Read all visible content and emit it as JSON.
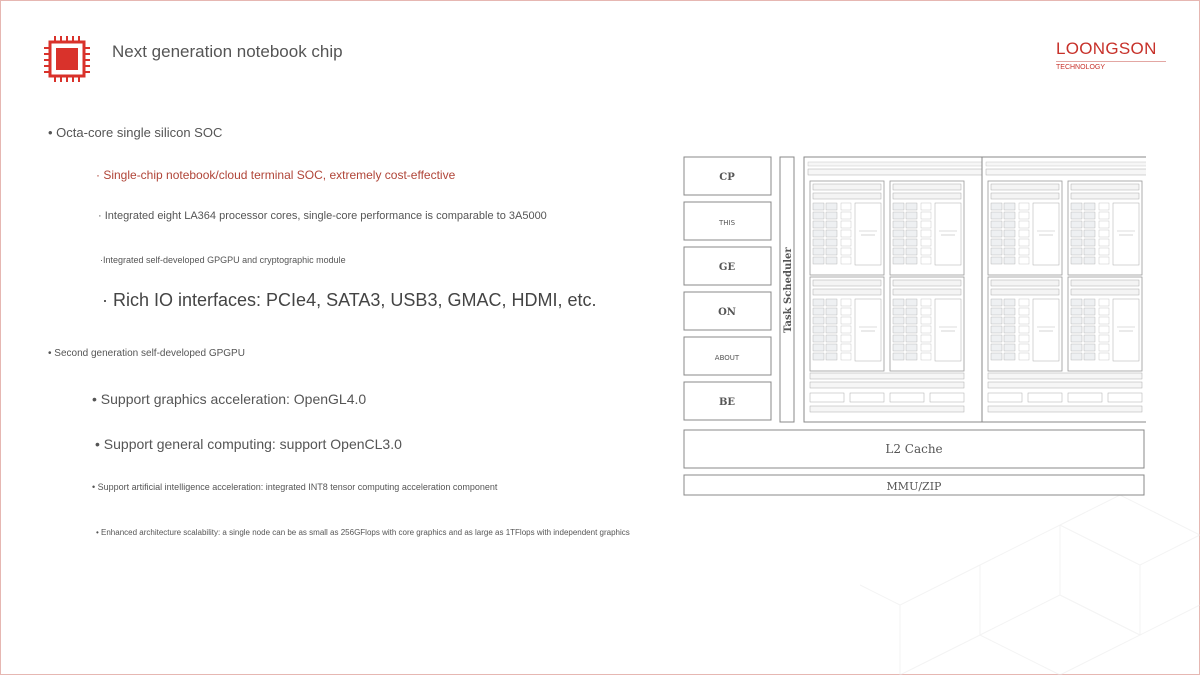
{
  "header": {
    "title": "Next generation notebook chip",
    "brand_name": "LOONGSON",
    "brand_sub": "TECHNOLOGY"
  },
  "bullets": [
    "• Octa-core single silicon SOC",
    "· Single-chip notebook/cloud terminal SOC, extremely cost-effective",
    "· Integrated eight LA364 processor cores, single-core performance is comparable to 3A5000",
    "·Integrated self-developed GPGPU and cryptographic module",
    "· Rich IO interfaces: PCIe4, SATA3, USB3, GMAC, HDMI, etc.",
    "• Second generation self-developed GPGPU",
    "• Support graphics acceleration: OpenGL4.0",
    "• Support general computing: support OpenCL3.0",
    "• Support artificial intelligence acceleration: integrated INT8 tensor computing acceleration component",
    "• Enhanced architecture scalability: a single node can be as small as 256GFlops with core graphics and as large as 1TFlops with independent graphics"
  ],
  "diagram": {
    "left_blocks": [
      "CP",
      "THIS",
      "GE",
      "ON",
      "ABOUT",
      "BE"
    ],
    "scheduler": "Task Scheduler",
    "l2": "L2 Cache",
    "mmu": "MMU/ZIP"
  },
  "colors": {
    "accent": "#c7312a",
    "text": "#555555",
    "highlight_text": "#b04538"
  },
  "icons": [
    "chip-icon"
  ]
}
